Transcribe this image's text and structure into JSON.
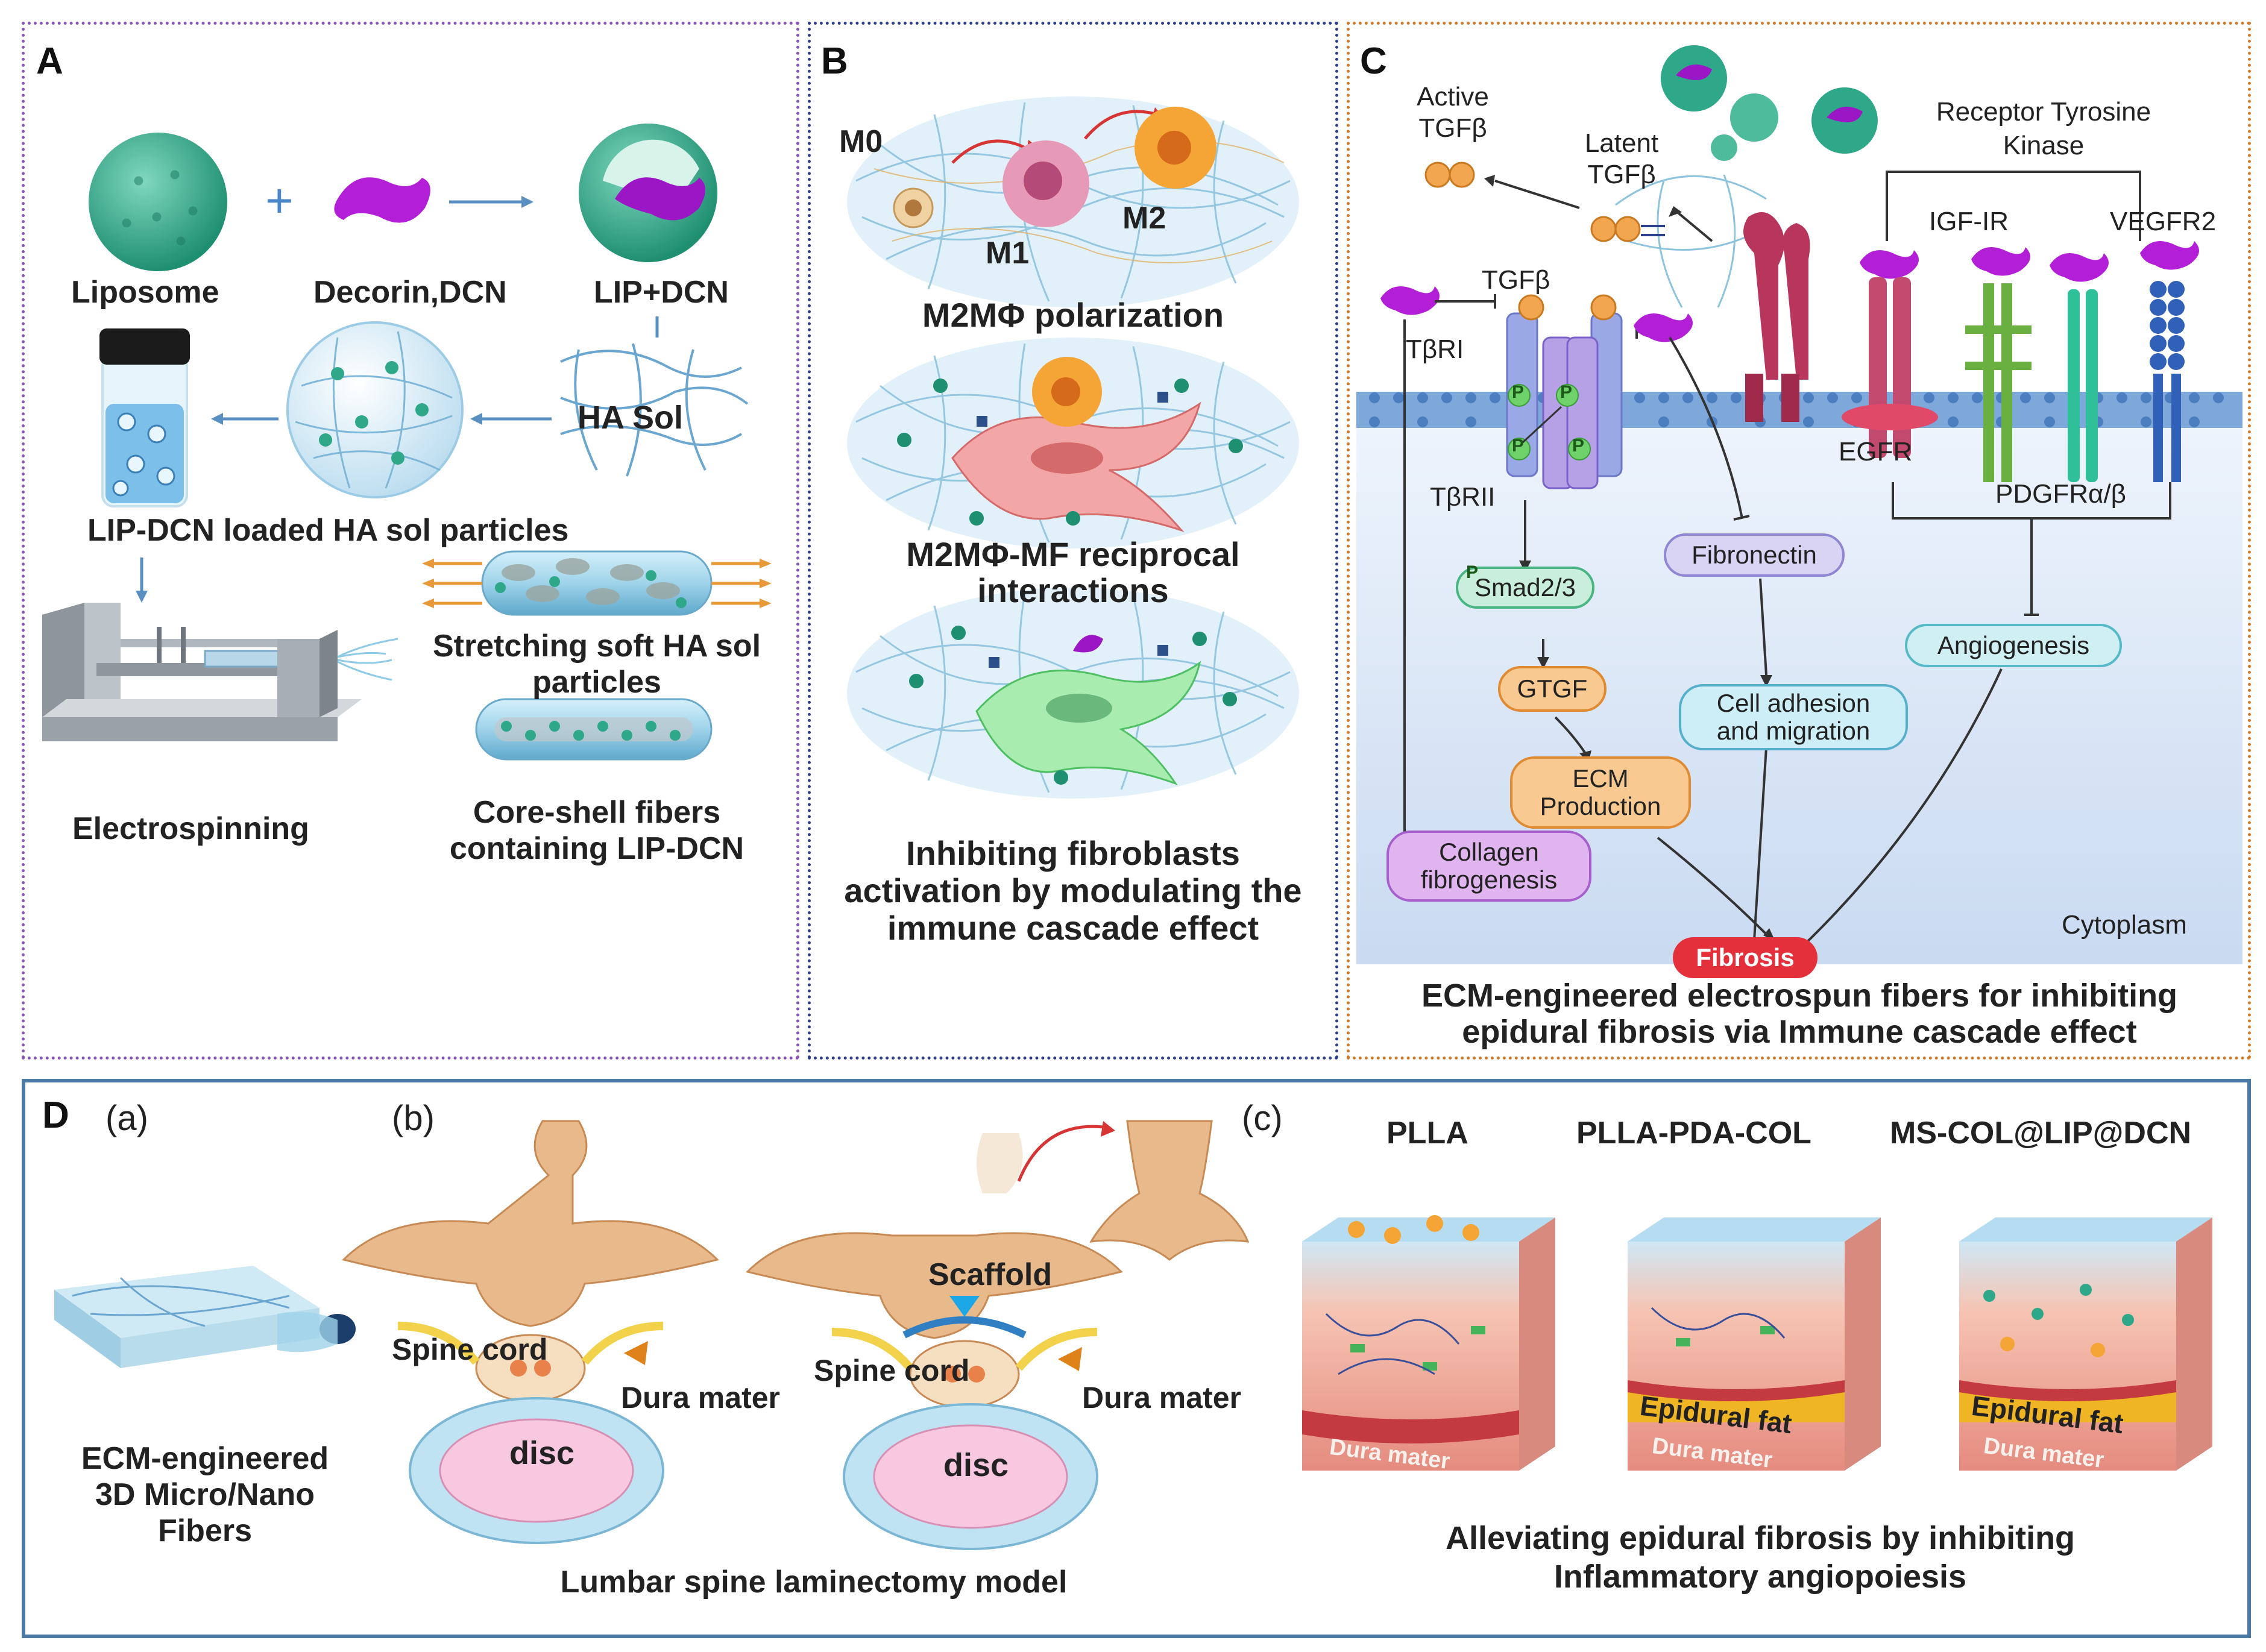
{
  "panelA": {
    "label": "A",
    "liposome": "Liposome",
    "plus": "+",
    "decorin": "Decorin,DCN",
    "lip_dcn": "LIP+DCN",
    "ha_sol": "HA Sol",
    "loaded": "LIP-DCN loaded HA sol particles",
    "stretching_1": "Stretching soft HA sol",
    "stretching_2": "particles",
    "electrospinning": "Electrospinning",
    "coreshell_1": "Core-shell fibers",
    "coreshell_2": "containing LIP-DCN"
  },
  "panelB": {
    "label": "B",
    "m0": "M0",
    "m1": "M1",
    "m2": "M2",
    "polarization": "M2MΦ  polarization",
    "reciprocal_1": "M2MΦ-MF  reciprocal",
    "reciprocal_2": "interactions",
    "inhibit_1": "Inhibiting fibroblasts",
    "inhibit_2": "activation by modulating the",
    "inhibit_3": "immune cascade effect"
  },
  "panelC": {
    "label": "C",
    "active_1": "Active",
    "active_2": "TGFβ",
    "latent_1": "Latent",
    "latent_2": "TGFβ",
    "rtk_1": "Receptor Tyrosine",
    "rtk_2": "Kinase",
    "igf": "IGF-IR",
    "vegfr2": "VEGFR2",
    "tgfb": "TGFβ",
    "tbri": "TβRI",
    "tbrii": "TβRII",
    "p": "P",
    "egfr": "EGFR",
    "pdgfr": "PDGFRα/β",
    "smad": "Smad2/3",
    "fibronectin": "Fibronectin",
    "angiogenesis": "Angiogenesis",
    "gtgf": "GTGF",
    "cell_adh_1": "Cell adhesion",
    "cell_adh_2": "and migration",
    "ecm_1": "ECM",
    "ecm_2": "Production",
    "collagen_1": "Collagen",
    "collagen_2": "fibrogenesis",
    "cytoplasm": "Cytoplasm",
    "fibrosis": "Fibrosis",
    "caption_1": "ECM-engineered electrospun fibers for inhibiting",
    "caption_2": "epidural fibrosis via Immune cascade effect"
  },
  "panelD": {
    "label": "D",
    "a": "(a)",
    "b": "(b)",
    "c": "(c)",
    "ecm_1": "ECM-engineered",
    "ecm_2": "3D Micro/Nano",
    "ecm_3": "Fibers",
    "spine_cord": "Spine cord",
    "dura_mater": "Dura mater",
    "disc": "disc",
    "scaffold": "Scaffold",
    "lumbar": "Lumbar spine laminectomy  model",
    "plla": "PLLA",
    "plla_pda": "PLLA-PDA-COL",
    "ms_col": "MS-COL@LIP@DCN",
    "dura_block": "Dura mater",
    "epidural_fat": "Epidural fat",
    "alleviate_1": "Alleviating epidural fibrosis by inhibiting",
    "alleviate_2": "Inflammatory angiopoiesis"
  },
  "colors": {
    "liposome": "#2fa88a",
    "decorin": "#b21fd6",
    "membrane": "#5a90cc",
    "cytoplasm": "#dfe9f7",
    "fibrosis": "#e3303a",
    "bone": "#e8b98a",
    "disc": "#f7c8e0"
  }
}
